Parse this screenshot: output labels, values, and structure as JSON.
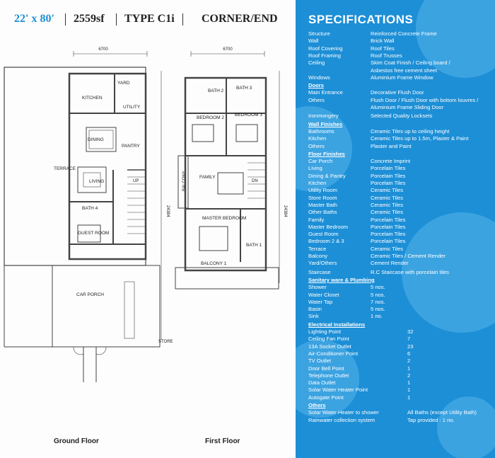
{
  "header": {
    "size": "22' x 80'",
    "area": "2559sf",
    "type": "TYPE C1i",
    "unit": "CORNER/END"
  },
  "plan_labels": {
    "ground": {
      "dim_top": "6700",
      "dim_side": "24384",
      "yard": "YARD",
      "kitchen": "KITCHEN",
      "utility": "UTILITY",
      "dining": "DINING",
      "pantry": "PANTRY",
      "terrace": "TERRACE",
      "living": "LIVING",
      "up": "UP",
      "bath4": "BATH 4",
      "guest_room": "GUEST ROOM",
      "car_porch": "CAR PORCH",
      "store": "STORE",
      "caption": "Ground Floor"
    },
    "first": {
      "dim_top": "6700",
      "dim_side": "24384",
      "bath2": "BATH 2",
      "bath3": "BATH 3",
      "bedroom2": "BEDROOM 2",
      "bedroom3": "BEDROOM 3",
      "balcony": "BALCONY",
      "family": "FAMILY",
      "dn": "DN",
      "master_bedroom": "MASTER BEDROOM",
      "bath1": "BATH 1",
      "balcony1": "BALCONY 1",
      "caption": "First Floor"
    }
  },
  "specifications": {
    "title": "SPECIFICATIONS",
    "general": [
      {
        "k": "Structure",
        "v": "Reinforced Concrete Frame"
      },
      {
        "k": "Wall",
        "v": "Brick Wall"
      },
      {
        "k": "Roof Covering",
        "v": "Roof Tiles"
      },
      {
        "k": "Roof Framing",
        "v": "Roof Trusses"
      },
      {
        "k": "Ceiling",
        "v": "Skim Coat Finish / Ceiling board /"
      },
      {
        "k": "",
        "v": "Asbestos free cement sheet"
      },
      {
        "k": "Windows",
        "v": "Aluminium Frame Window"
      }
    ],
    "doors_title": "Doors",
    "doors": [
      {
        "k": "Main Entrance",
        "v": "Decorative Flush Door"
      },
      {
        "k": "Others",
        "v": "Flush Door / Flush Door with bottom louvres /"
      },
      {
        "k": "",
        "v": "Aluminium Frame Sliding Door"
      }
    ],
    "ironmongery": {
      "k": "Ironmongery",
      "v": "Selected Quality Locksets"
    },
    "wall_title": "Wall Finishes",
    "wall": [
      {
        "k": "Bathrooms",
        "v": "Ceramic Tiles up to ceiling height"
      },
      {
        "k": "Kitchen",
        "v": "Ceramic Tiles up to 1.5m, Plaster & Paint"
      },
      {
        "k": "Others",
        "v": "Plaster and Paint"
      }
    ],
    "floor_title": "Floor Finishes",
    "floor": [
      {
        "k": "Car Porch",
        "v": "Concrete Imprint"
      },
      {
        "k": "Living",
        "v": "Porcelain Tiles"
      },
      {
        "k": "Dining & Pantry",
        "v": "Porcelain Tiles"
      },
      {
        "k": "Kitchen",
        "v": "Porcelain Tiles"
      },
      {
        "k": "Utility Room",
        "v": "Ceramic Tiles"
      },
      {
        "k": "Store Room",
        "v": "Ceramic Tiles"
      },
      {
        "k": "Master Bath",
        "v": "Ceramic Tiles"
      },
      {
        "k": "Other Baths",
        "v": "Ceramic Tiles"
      },
      {
        "k": "Family",
        "v": "Porcelain Tiles"
      },
      {
        "k": "Master Bedroom",
        "v": "Porcelain Tiles"
      },
      {
        "k": "Guest Room",
        "v": "Porcelain Tiles"
      },
      {
        "k": "Bedroom 2 & 3",
        "v": "Porcelain Tiles"
      },
      {
        "k": "Terrace",
        "v": "Ceramic Tiles"
      },
      {
        "k": "Balcony",
        "v": "Ceramic Tiles / Cement Render"
      },
      {
        "k": "Yard/Others",
        "v": "Cement Render"
      }
    ],
    "staircase": {
      "k": "Staircase",
      "v": "R.C Staircase with porcelain tiles"
    },
    "sanitary_title": "Sanitary ware & Plumbing",
    "sanitary": [
      {
        "k": "Shower",
        "v": "5 nos."
      },
      {
        "k": "Water Closet",
        "v": "5 nos."
      },
      {
        "k": "Water Tap",
        "v": "7 nos."
      },
      {
        "k": "Basin",
        "v": "5 nos."
      },
      {
        "k": "Sink",
        "v": "1 no."
      }
    ],
    "electrical_title": "Electrical Installations",
    "electrical": [
      {
        "k": "Lighting Point",
        "v": "32"
      },
      {
        "k": "Ceiling Fan Point",
        "v": "7"
      },
      {
        "k": "13A Socket Outlet",
        "v": "23"
      },
      {
        "k": "Air-Conditioner Point",
        "v": "6"
      },
      {
        "k": "TV Outlet",
        "v": "2"
      },
      {
        "k": "Door Bell Point",
        "v": "1"
      },
      {
        "k": "Telephone Outlet",
        "v": "2"
      },
      {
        "k": "Data Outlet",
        "v": "1"
      },
      {
        "k": "Solar Water Heater Point",
        "v": "1"
      },
      {
        "k": "Autogate Point",
        "v": "1"
      }
    ],
    "others_title": "Others",
    "others": [
      {
        "k": "Solar Water Heater to shower",
        "v": "All Baths (except Utility Bath)"
      },
      {
        "k": "Rainwater collection system",
        "v": "Tap provided : 1 no."
      }
    ]
  },
  "colors": {
    "panel": "#1d8fd6",
    "header_accent": "#1d8fd6"
  }
}
